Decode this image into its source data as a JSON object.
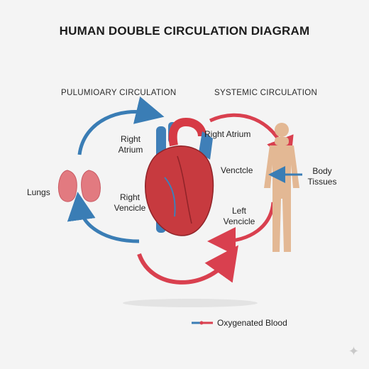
{
  "title": "HUMAN DOUBLE CIRCULATION DIAGRAM",
  "sections": {
    "pulmonary": "PULUMIOARY CIRCULATION",
    "systemic": "SYSTEMIC CIRCULATION"
  },
  "labels": {
    "right_atrium_left_line1": "Right",
    "right_atrium_left_line2": "Atrium",
    "right_atrium_top": "Right Atrium",
    "venctcle": "Venctcle",
    "right_vencicle_line1": "Right",
    "right_vencicle_line2": "Vencicle",
    "left_vencicle_line1": "Left",
    "left_vencicle_line2": "Vencicle",
    "lungs": "Lungs",
    "body_tissues_line1": "Body",
    "body_tissues_line2": "Tissues"
  },
  "legend": {
    "label": "Oxygenated Blood",
    "colors": {
      "oxygenated": "#d9404f",
      "deoxygenated": "#3a7db5"
    }
  },
  "icons": {
    "watermark": "sparkle-icon"
  }
}
